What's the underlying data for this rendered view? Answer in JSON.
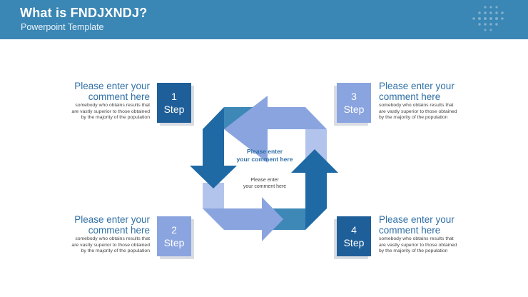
{
  "header": {
    "title": "What is FNDJXNDJ?",
    "subtitle": "Powerpoint Template"
  },
  "center": {
    "title": "Please enter\nyour comment here",
    "text": "Please enter\nyour comment here"
  },
  "steps": [
    {
      "number": "1",
      "label": "Step",
      "heading": "Please enter your\ncomment here",
      "desc": "somebody who obtains results that\nare vastly superior to those obtained\nby  the majority of the population",
      "color": "#1f5f99"
    },
    {
      "number": "2",
      "label": "Step",
      "heading": "Please enter your\ncomment here",
      "desc": "somebody who obtains results that\nare vastly superior to those obtained\nby  the majority of the population",
      "color": "#8aa4df"
    },
    {
      "number": "3",
      "label": "Step",
      "heading": "Please enter your\ncomment here",
      "desc": "somebody who obtains results that\nare vastly superior to those obtained\nby  the majority of the population",
      "color": "#8aa4df"
    },
    {
      "number": "4",
      "label": "Step",
      "heading": "Please enter your\ncomment here",
      "desc": "somebody who obtains results that\nare vastly superior to those obtained\nby  the majority of the population",
      "color": "#1f5f99"
    }
  ],
  "colors": {
    "header": "#3a86b4",
    "arrow_dark": "#1f6aa5",
    "arrow_mid": "#3e88b8",
    "arrow_light": "#8aa4df",
    "arrow_pale": "#b3c4ec"
  }
}
